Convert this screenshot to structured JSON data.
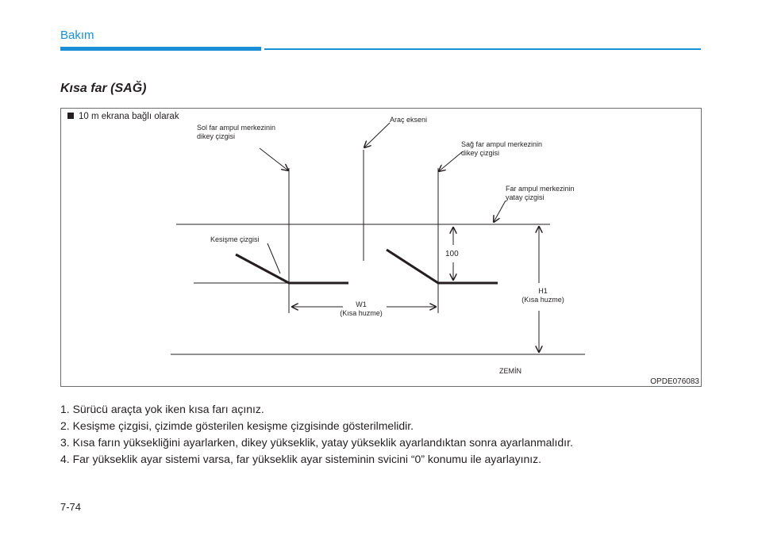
{
  "header": {
    "section": "Bakım"
  },
  "title": "Kısa far (SAĞ)",
  "figure": {
    "caption": "10 m ekrana bağlı olarak",
    "labels": {
      "left_vertical": [
        "Sol far ampul merkezinin",
        "dikey çizgisi"
      ],
      "vehicle_axis": "Araç ekseni",
      "right_vertical": [
        "Sağ far ampul merkezinin",
        "dikey çizgisi"
      ],
      "horizontal_line": [
        "Far ampul merkezinin",
        "yatay çizgisi"
      ],
      "cutoff_line": "Kesişme çizgisi",
      "offset": "100",
      "w1": [
        "W1",
        "(Kısa huzme)"
      ],
      "h1": [
        "H1",
        "(Kısa huzme)"
      ],
      "ground": "ZEMİN"
    },
    "code": "OPDE076083"
  },
  "steps": [
    "1. Sürücü araçta yok iken kısa farı açınız.",
    "2. Kesişme çizgisi, çizimde gösterilen kesişme çizgisinde gösterilmelidir.",
    "3. Kısa farın yüksekliğini ayarlarken, dikey yükseklik, yatay yükseklik ayarlandıktan sonra ayarlanmalıdır.",
    "4. Far yükseklik ayar sistemi varsa, far yükseklik ayar sisteminin svicini “0” konumu ile ayarlayınız."
  ],
  "page_number": "7-74"
}
